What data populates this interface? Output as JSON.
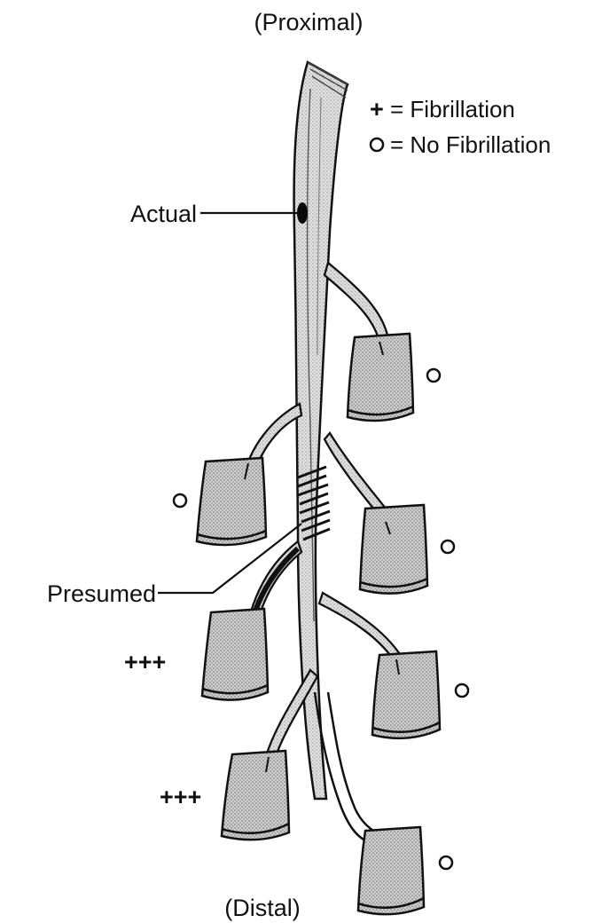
{
  "title_top": "(Proximal)",
  "title_bottom": "(Distal)",
  "legend": {
    "plus_symbol": "+",
    "plus_text": "= Fibrillation",
    "circle_text": "= No Fibrillation"
  },
  "labels": {
    "actual": "Actual",
    "presumed": "Presumed"
  },
  "muscles": [
    {
      "id": "right-1",
      "marker": "circle"
    },
    {
      "id": "left-1",
      "marker": "circle"
    },
    {
      "id": "right-2",
      "marker": "circle"
    },
    {
      "id": "left-2",
      "marker": "+++"
    },
    {
      "id": "right-3",
      "marker": "circle"
    },
    {
      "id": "left-3",
      "marker": "+++"
    },
    {
      "id": "right-4",
      "marker": "circle"
    }
  ],
  "colors": {
    "ink": "#111111",
    "nerve_fill": "#dcdcdc",
    "muscle_fill": "#c4c4c4",
    "lesion": "#0a0a0a"
  }
}
